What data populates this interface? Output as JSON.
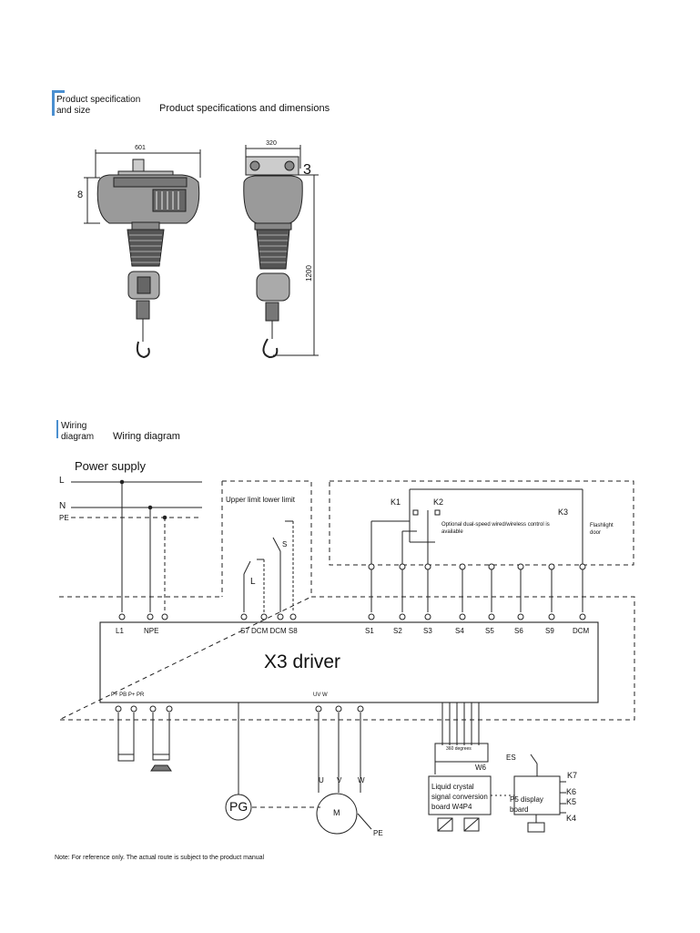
{
  "section1": {
    "label": "Product specification and size",
    "title": "Product specifications and dimensions"
  },
  "dimensions": {
    "width_left": "601",
    "width_right": "320",
    "height_left": "8",
    "side_digit": "3",
    "height_right": "1200"
  },
  "section2": {
    "label": "Wiring diagram",
    "title": "Wiring diagram"
  },
  "wiring": {
    "power_supply": "Power supply",
    "line_l": "L",
    "line_n": "N",
    "line_pe": "PE",
    "limit_box_title": "Upper limit lower limit",
    "switch_l": "L",
    "switch_s": "S",
    "k1": "K1",
    "k2": "K2",
    "k3": "K3",
    "optional_note": "Optional dual-speed wired/wireless control is available",
    "flashlight": "Flashlight door",
    "terminals_top": [
      "L1",
      "NPE",
      "S7 DCM DCM S8",
      "S1",
      "S2",
      "S3",
      "S4",
      "S5",
      "S6",
      "S9",
      "DCM"
    ],
    "driver_label": "X3 driver",
    "terminals_bottom_left": "P+ PB P+ PR",
    "terminals_bottom_uvw": "UV W",
    "degrees_label": "360 degrees",
    "board_w6": "W6",
    "lcd_board": "Liquid crystal signal conversion board W4P4",
    "es": "ES",
    "p5_board": "P5 display board",
    "k7": "K7",
    "k6": "K6",
    "k5": "K5",
    "k4": "K4",
    "pg": "PG",
    "motor_m": "M",
    "motor_u": "U",
    "motor_v": "V",
    "motor_w": "W",
    "motor_pe": "PE"
  },
  "note": "Note: For reference only. The actual route is subject to the product manual"
}
